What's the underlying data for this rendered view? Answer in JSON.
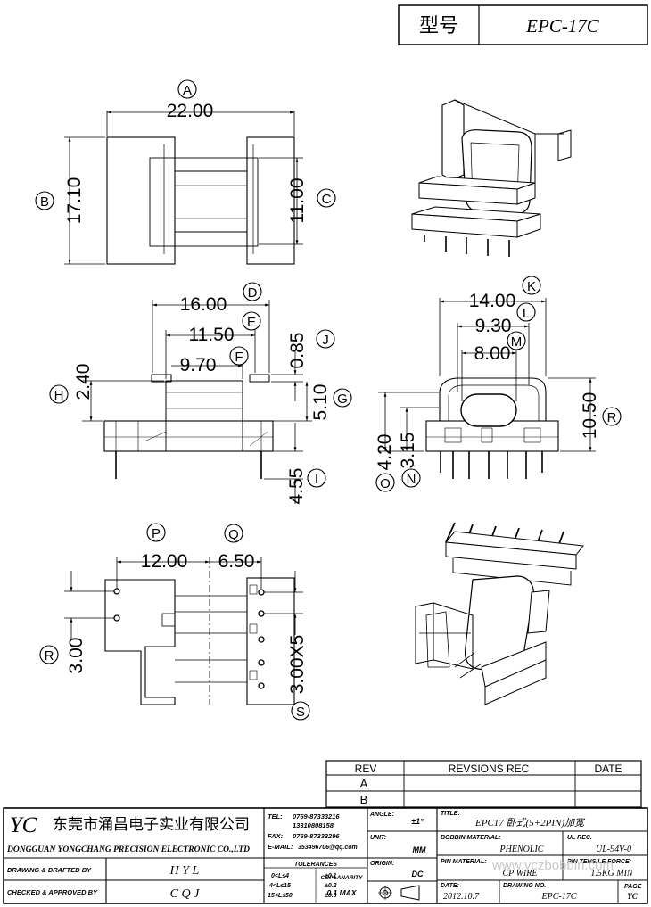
{
  "header": {
    "type_label": "型号",
    "model": "EPC-17C"
  },
  "dimensions": {
    "A": {
      "letter": "A",
      "value": "22.00"
    },
    "B": {
      "letter": "B",
      "value": "17.10"
    },
    "C": {
      "letter": "C",
      "value": "11.00"
    },
    "D": {
      "letter": "D",
      "value": "16.00"
    },
    "E": {
      "letter": "E",
      "value": "11.50"
    },
    "F": {
      "letter": "F",
      "value": "9.70"
    },
    "G": {
      "letter": "G",
      "value": "5.10"
    },
    "H": {
      "letter": "H",
      "value": "2.40"
    },
    "I": {
      "letter": "I",
      "value": "4.55"
    },
    "J": {
      "letter": "J",
      "value": "0.85"
    },
    "K": {
      "letter": "K",
      "value": "14.00"
    },
    "L": {
      "letter": "L",
      "value": "9.30"
    },
    "M": {
      "letter": "M",
      "value": "8.00"
    },
    "N": {
      "letter": "N",
      "value": "3.15"
    },
    "O": {
      "letter": "O",
      "value": "4.20"
    },
    "P": {
      "letter": "P",
      "value": "12.00"
    },
    "Q": {
      "letter": "Q",
      "value": "6.50"
    },
    "R": {
      "letter": "R",
      "value": "10.50"
    },
    "R2": {
      "letter": "R",
      "value": "3.00"
    },
    "S": {
      "letter": "S",
      "value": "3.00X5"
    }
  },
  "revisions": {
    "rev_header": "REV",
    "desc_header": "REVSIONS REC",
    "date_header": "DATE",
    "rows": [
      "A",
      "B"
    ]
  },
  "title_block": {
    "logo": "YC",
    "company_cn": "东莞市涌昌电子实业有限公司",
    "company_en": "DONGGUAN YONGCHANG PRECISION ELECTRONIC CO.,LTD",
    "tel_label": "TEL:",
    "tel1": "0769-87333216",
    "tel2": "13310808158",
    "fax_label": "FAX:",
    "fax": "0769-87333296",
    "email_label": "E-MAIL:",
    "email": "353496706@qq.com",
    "angle_label": "ANGLE:",
    "angle_value": "±1°",
    "unit_label": "UNIT:",
    "unit_value": "MM",
    "origin_label": "ORIGIN:",
    "origin_value": "DC",
    "title_label": "TITLE:",
    "title_value": "EPC17 卧式(5+2PIN)加宽",
    "bobbin_label": "BOBBIN MATERIAL:",
    "bobbin_value": "PHENOLIC",
    "ul_label": "UL REC.",
    "ul_value": "UL-94V-0",
    "pin_label": "PIN MATERIAL:",
    "pin_value": "CP WIRE",
    "tensile_label": "PIN TENSILE FORCE:",
    "tensile_value": "1.5KG MIN",
    "date_label": "DATE:",
    "date_value": "2012.10.7",
    "drawing_label": "DRAWING NO.",
    "drawing_value": "EPC-17C",
    "page_label": "PAGE",
    "page_value": "YC",
    "drafted_label": "DRAWING & DRAFTED BY",
    "drafted_value": "H Y L",
    "checked_label": "CHECKED & APPROVED BY",
    "checked_value": "C Q J",
    "tolerances_label": "TOLERANCES",
    "tol1_range": "0<L≤4",
    "tol1_value": "±0.1",
    "tol2_range": "4<L≤15",
    "tol2_value": "±0.2",
    "tol3_range": "15<L≤50",
    "tol3_value": "±0.3",
    "coplanarity_label": "COPLANARITY",
    "coplanarity_value": "0.1 MAX",
    "watermark": "www.yczbobbin.com"
  }
}
